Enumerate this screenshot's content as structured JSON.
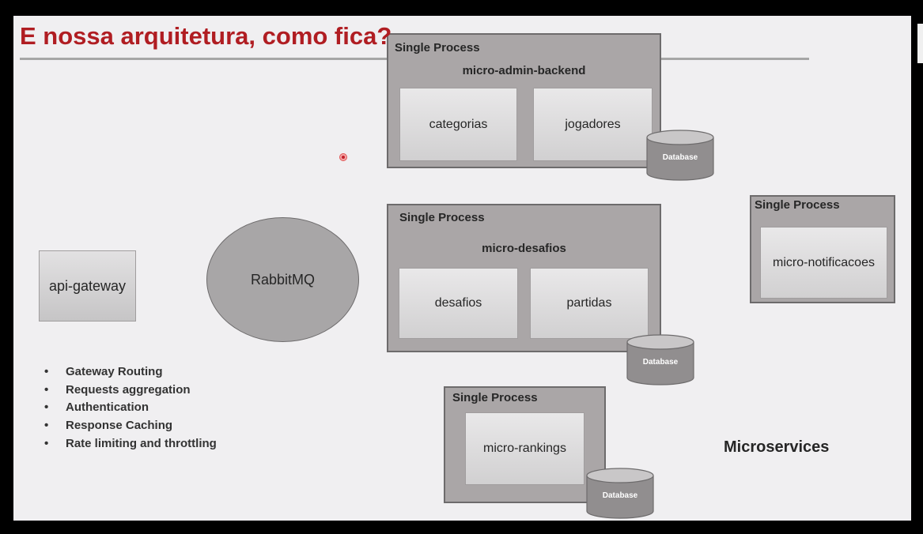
{
  "slide": {
    "title": "E nossa arquitetura, como fica?",
    "footer_label": "Microservices"
  },
  "gateway": {
    "label": "api-gateway",
    "features": [
      "Gateway Routing",
      "Requests aggregation",
      "Authentication",
      "Response Caching",
      "Rate limiting and throttling"
    ]
  },
  "broker": {
    "label": "RabbitMQ"
  },
  "database_label": "Database",
  "processes": {
    "admin": {
      "label": "Single Process",
      "service": "micro-admin-backend",
      "modules": [
        "categorias",
        "jogadores"
      ]
    },
    "desafios": {
      "label": "Single Process",
      "service": "micro-desafios",
      "modules": [
        "desafios",
        "partidas"
      ]
    },
    "rankings": {
      "label": "Single Process",
      "service": "micro-rankings"
    },
    "notificacoes": {
      "label": "Single Process",
      "service": "micro-notificacoes"
    }
  },
  "colors": {
    "title": "#b01d22",
    "process_fill": "#aaa6a7",
    "database_fill": "#918e8f"
  }
}
